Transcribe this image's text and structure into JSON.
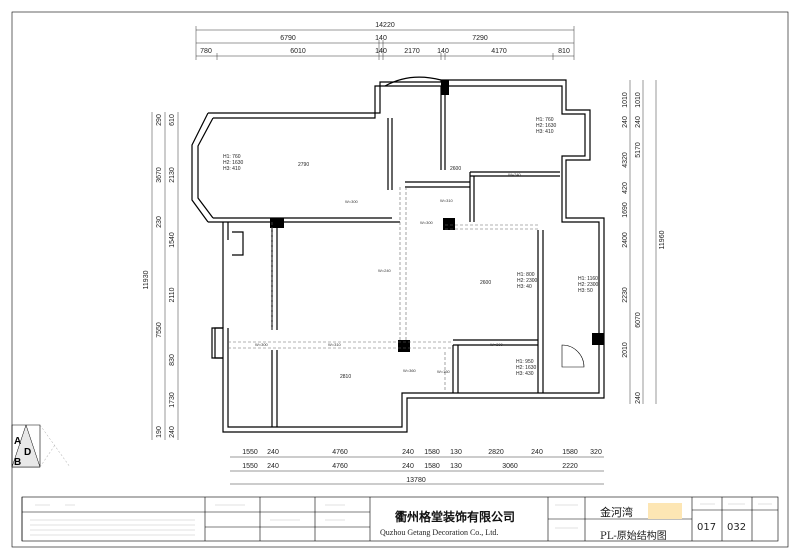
{
  "dimensions": {
    "top_total": "14220",
    "top_row1": [
      "6790",
      "140",
      "7290"
    ],
    "top_row2": [
      "780",
      "6010",
      "140",
      "2170",
      "140",
      "4170",
      "810"
    ],
    "bottom_row1": [
      "1550",
      "240",
      "4760",
      "240",
      "1580",
      "130",
      "2820",
      "240",
      "1580",
      "320"
    ],
    "bottom_row2": [
      "1550",
      "240",
      "4760",
      "240",
      "1580",
      "130",
      "3060",
      "2220"
    ],
    "bottom_total": "13780",
    "left_total": "11930",
    "left_row1": [
      "290",
      "3670",
      "230",
      "7550",
      "190"
    ],
    "left_row2": [
      "610",
      "2130",
      "1540",
      "2110",
      "830",
      "1730",
      "240"
    ],
    "right_total": "11960",
    "right_row1": [
      "1010",
      "240",
      "5170",
      "6070",
      "240"
    ],
    "right_row2": [
      "1010",
      "240",
      "4320",
      "420",
      "1690",
      "2400",
      "2230",
      "2010"
    ]
  },
  "room_labels": [
    {
      "h": [
        "H1: 760",
        "H2: 1630",
        "H3: 410"
      ]
    },
    {
      "h": [
        "H1: 760",
        "H2: 1630",
        "H3: 410"
      ]
    },
    {
      "h": [
        "H1: 800",
        "H2: 2300",
        "H3: 40"
      ]
    },
    {
      "h": [
        "H1: 1160",
        "H2: 2300",
        "H3: 50"
      ]
    },
    {
      "h": [
        "H1: 950",
        "H2: 1630",
        "H3: 430"
      ]
    }
  ],
  "ceiling_labels": [
    "2790",
    "2600",
    "2810",
    "2600"
  ],
  "beam_labels": [
    "W=300",
    "W=310",
    "W=300",
    "W=300",
    "W=310",
    "W=300",
    "W=240",
    "W=160",
    "W=360",
    "W=240"
  ],
  "compass": {
    "letters": [
      "A",
      "D",
      "B"
    ]
  },
  "title_block": {
    "company_cn": "衢州格堂装饰有限公司",
    "company_en": "Quzhou Getang Decoration Co., Ltd.",
    "project": "金河湾",
    "drawing_name": "PL-原始结构图",
    "sheet_no": "017",
    "total_sheets": "032"
  },
  "colors": {
    "line": "#000000",
    "dim": "#333333",
    "highlight": "#fde6b4"
  }
}
